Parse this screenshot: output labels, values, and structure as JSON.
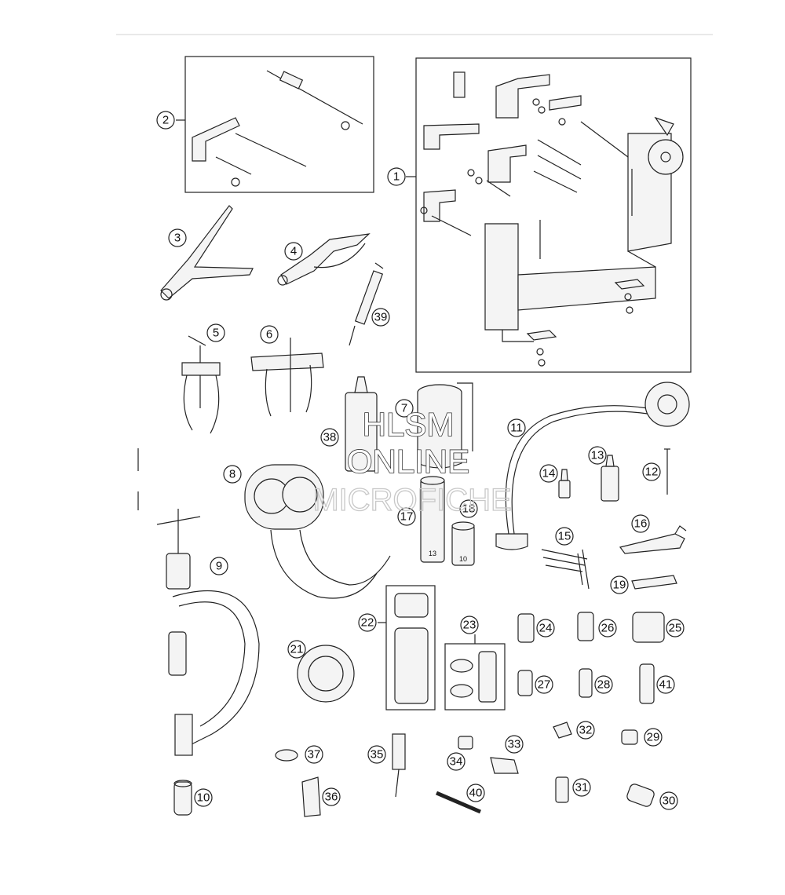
{
  "diagram": {
    "callouts": [
      "1",
      "2",
      "3",
      "4",
      "5",
      "6",
      "7",
      "8",
      "9",
      "10",
      "11",
      "12",
      "13",
      "14",
      "15",
      "16",
      "17",
      "18",
      "19",
      "21",
      "22",
      "23",
      "24",
      "25",
      "26",
      "27",
      "28",
      "29",
      "30",
      "31",
      "32",
      "33",
      "34",
      "35",
      "36",
      "37",
      "38",
      "39",
      "40",
      "41"
    ],
    "socket_labels": {
      "small": "10",
      "large": "13"
    }
  },
  "watermark": {
    "line1": "HLSM",
    "line2": "ONLINE",
    "line3": "MICROFICHE"
  }
}
